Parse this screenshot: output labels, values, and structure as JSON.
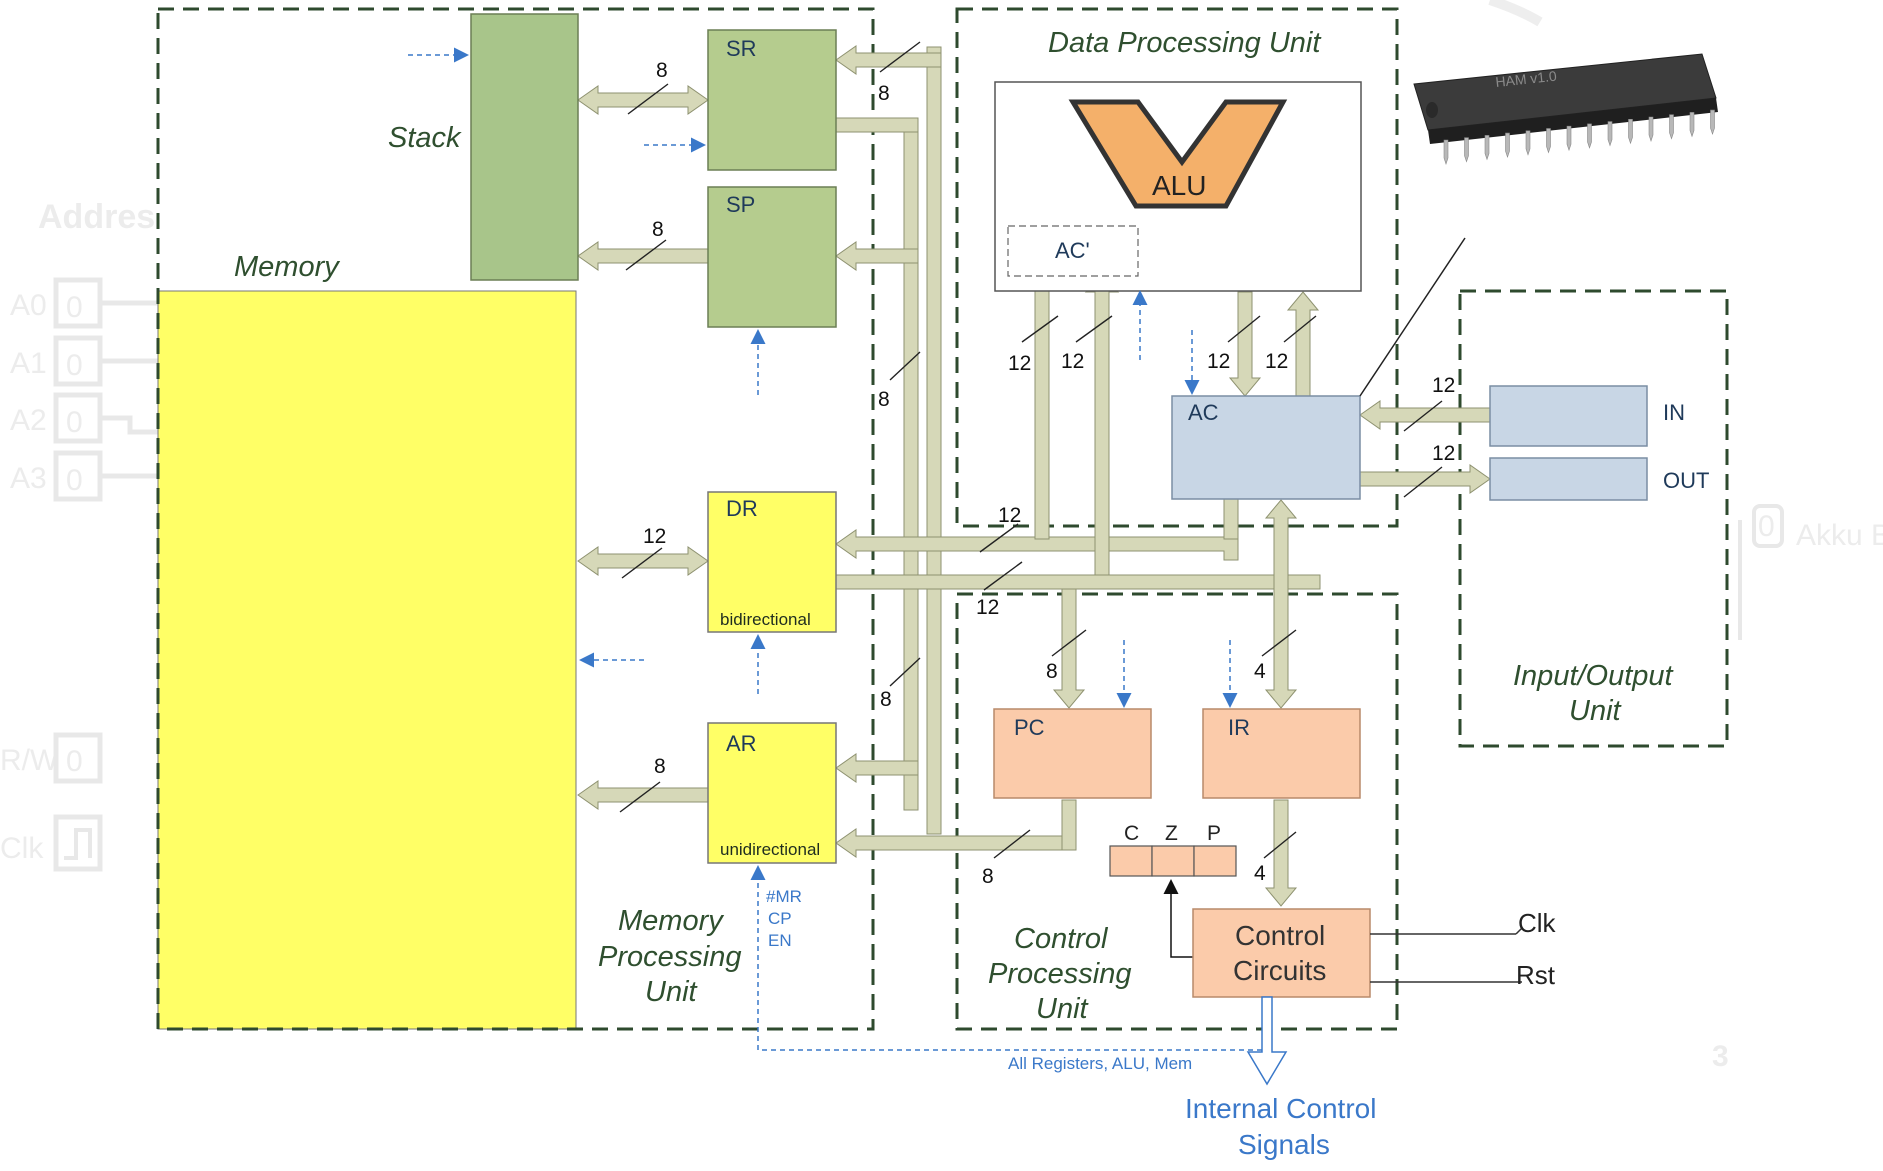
{
  "units": {
    "memory_processing": [
      "Memory",
      "Processing",
      "Unit"
    ],
    "data_processing": "Data Processing Unit",
    "control_processing": [
      "Control",
      "Processing",
      "Unit"
    ],
    "io": [
      "Input/Output",
      "Unit"
    ]
  },
  "blocks": {
    "stack": "Stack",
    "memory": "Memory",
    "sr": "SR",
    "sp": "SP",
    "dr": "DR",
    "dr_note": "bidirectional",
    "ar": "AR",
    "ar_note": "unidirectional",
    "alu": "ALU",
    "ac_prime": "AC'",
    "ac": "AC",
    "in": "IN",
    "out": "OUT",
    "pc": "PC",
    "ir": "IR",
    "flags": [
      "C",
      "Z",
      "P"
    ],
    "control": [
      "Control",
      "Circuits"
    ]
  },
  "bus_widths": {
    "stack_sr": "8",
    "stack_sp": "8",
    "sr_bus": "8",
    "mem_dr": "12",
    "mem_ar": "8",
    "left_bus_upper": "8",
    "left_bus_lower": "8",
    "dr_bus_upper": "12",
    "dr_bus_lower": "12",
    "acp_down": "12",
    "acp_up": "12",
    "ac_down": "12",
    "ac_up": "12",
    "in_ac": "12",
    "ac_out": "12",
    "pc_in": "8",
    "ir_in": "4",
    "pc_ar": "8",
    "ir_ctrl": "4"
  },
  "signals": {
    "ar_control": [
      "#MR",
      "CP",
      "EN"
    ],
    "control_out": "All Registers, ALU, Mem",
    "internal": [
      "Internal Control",
      "Signals"
    ],
    "clk": "Clk",
    "rst": "Rst"
  },
  "chip_label": "HAM v1.0",
  "background_ghost": {
    "address": "Addres",
    "a_labels": [
      "A0",
      "A1",
      "A2",
      "A3"
    ],
    "zero": "0",
    "rw": "R/W",
    "clk": "Clk",
    "akku": "Akku B",
    "digit": "3"
  },
  "colors": {
    "memory_yellow": "#ffff66",
    "stack_green": "#a8c58a",
    "register_green": "#b5cc8e",
    "bus": "#d6d8b8",
    "ac_blue": "#c8d6e5",
    "pc_orange": "#fbcbaa",
    "alu_orange": "#f4b06a",
    "signal_blue": "#3a78c9"
  }
}
